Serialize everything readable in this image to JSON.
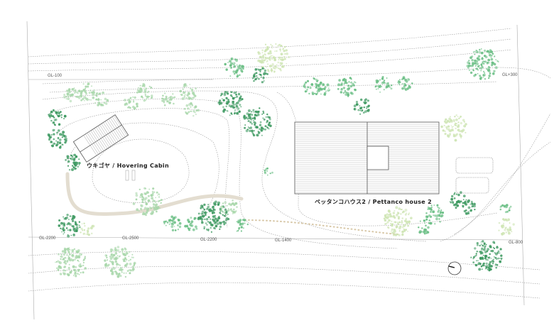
{
  "title": "Site plan",
  "buildings": {
    "cabin_label": "ウキゴヤ / Hovering Cabin",
    "house_label": "ペッタンコハウス2 / Pettanco house 2"
  },
  "ground_levels": {
    "gl_top_left": "GL-100",
    "gl_top_right": "GL+300",
    "gl_bottom_1": "GL-2200",
    "gl_bottom_2": "GL-2500",
    "gl_bottom_3": "GL-2200",
    "gl_bottom_4": "GL-1400",
    "gl_right": "GL-800"
  },
  "colors": {
    "tree_dark": "#3f9a62",
    "tree_mid": "#6cbf86",
    "tree_light": "#a9d7ab",
    "tree_pale": "#cfe5b5",
    "path": "#e3ddd0"
  }
}
